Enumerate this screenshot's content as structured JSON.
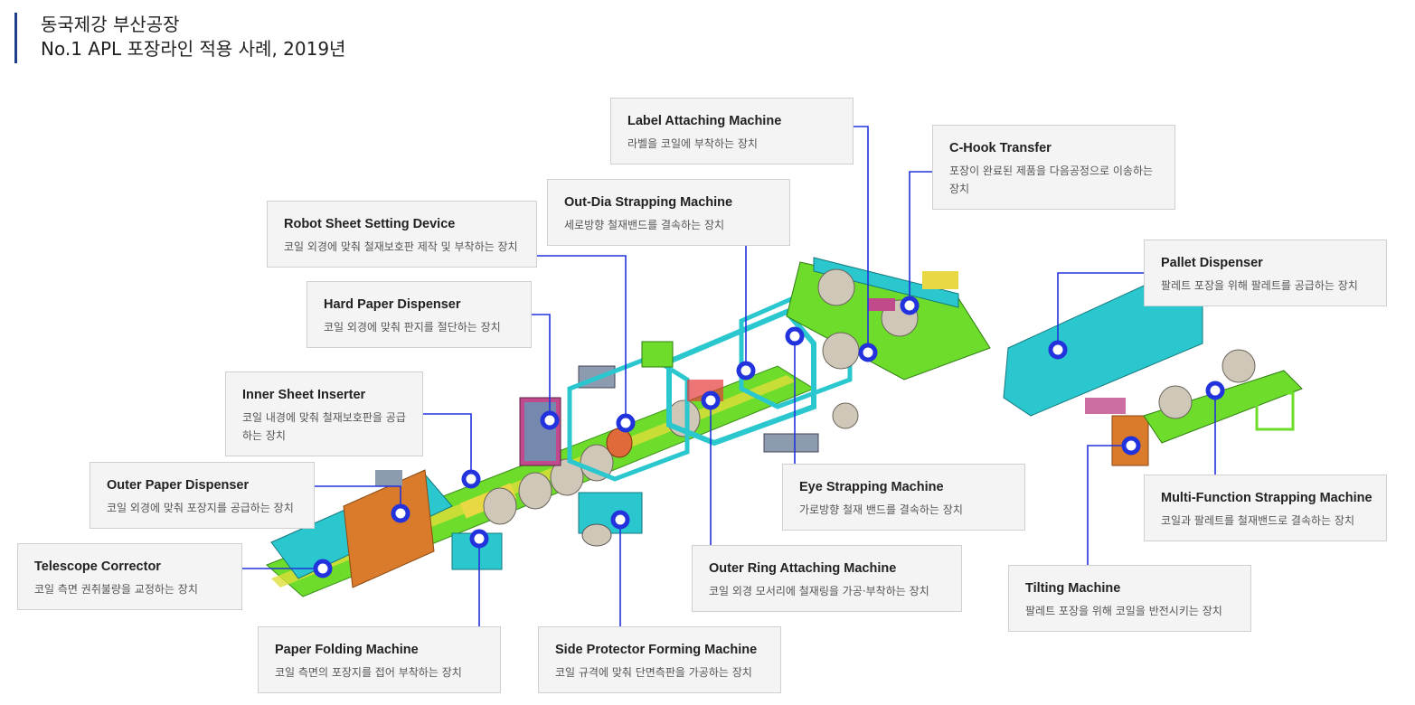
{
  "header": {
    "line1": "동국제강 부산공장",
    "line2": "No.1 APL 포장라인 적용 사례, 2019년"
  },
  "colors": {
    "accent": "#2233dd",
    "header_bar": "#1f3e8c",
    "machine_cyan": "#22d3d6",
    "machine_green": "#66e22a"
  },
  "machines": [
    {
      "id": "label-attaching-machine",
      "name": "Label Attaching Machine",
      "desc": "라벨을 코일에 부착하는 장치"
    },
    {
      "id": "c-hook-transfer",
      "name": "C-Hook Transfer",
      "desc": "포장이 완료된 제품을 다음공정으로 이송하는 장치"
    },
    {
      "id": "out-dia-strapping-machine",
      "name": "Out-Dia Strapping Machine",
      "desc": "세로방향  철재밴드를 결속하는 장치"
    },
    {
      "id": "robot-sheet-setting-device",
      "name": "Robot Sheet Setting Device",
      "desc": "코일 외경에 맞춰 철재보호판 제작 및 부착하는 장치"
    },
    {
      "id": "hard-paper-dispenser",
      "name": "Hard Paper Dispenser",
      "desc": "코일 외경에 맞춰 판지를 절단하는 장치"
    },
    {
      "id": "inner-sheet-inserter",
      "name": "Inner Sheet Inserter",
      "desc": "코일 내경에 맞춰 철재보호판을 공급하는 장치"
    },
    {
      "id": "outer-paper-dispenser",
      "name": "Outer Paper Dispenser",
      "desc": "코일 외경에 맞춰 포장지를 공급하는 장치"
    },
    {
      "id": "telescope-corrector",
      "name": "Telescope Corrector",
      "desc": "코일 측면 권취불량을 교정하는 장치"
    },
    {
      "id": "paper-folding-machine",
      "name": "Paper Folding Machine",
      "desc": "코일 측면의 포장지를 접어 부착하는 장치"
    },
    {
      "id": "side-protector-forming-machine",
      "name": "Side Protector Forming Machine",
      "desc": "코일 규격에 맞춰 단면측판을 가공하는 장치"
    },
    {
      "id": "outer-ring-attaching-machine",
      "name": "Outer Ring Attaching Machine",
      "desc": "코일 외경 모서리에 철재링을 가공·부착하는 장치"
    },
    {
      "id": "eye-strapping-machine",
      "name": "Eye Strapping Machine",
      "desc": "가로방향 철재 밴드를 결속하는 장치"
    },
    {
      "id": "pallet-dispenser",
      "name": "Pallet Dispenser",
      "desc": "팔레트 포장을 위해 팔레트를 공급하는 장치"
    },
    {
      "id": "multi-function-strapping-machine",
      "name": "Multi-Function Strapping Machine",
      "desc": "코일과 팔레트를 철재밴드로 결속하는 장치"
    },
    {
      "id": "tilting-machine",
      "name": "Tilting Machine",
      "desc": "팔레트 포장을 위해 코일을 반전시키는 장치"
    }
  ]
}
